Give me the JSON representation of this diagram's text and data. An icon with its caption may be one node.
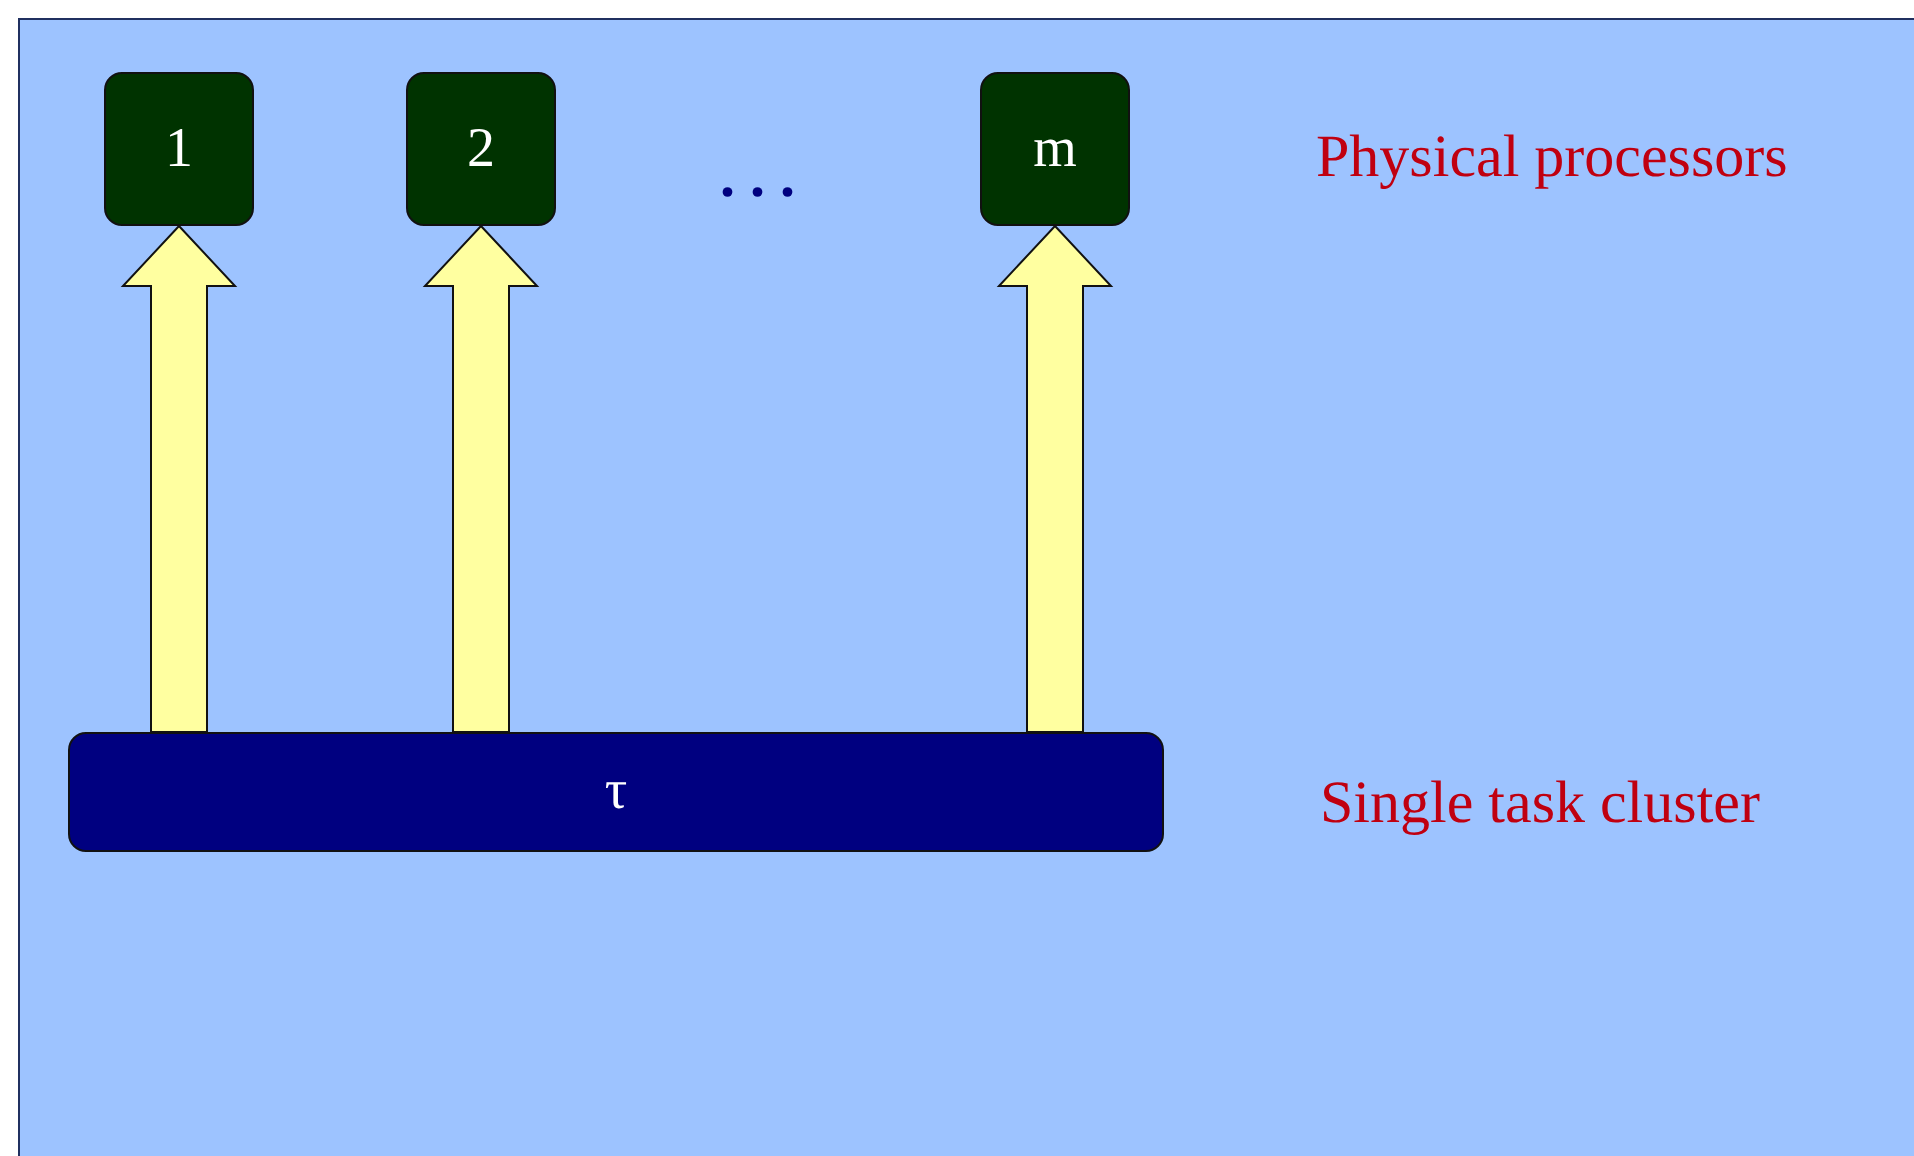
{
  "diagram": {
    "nodes": [
      {
        "text": [
          "1"
        ]
      },
      {
        "text": [
          "2"
        ]
      },
      {
        "text": [
          "m"
        ]
      },
      {
        "text": [
          "τ"
        ]
      }
    ],
    "edges": [
      {
        "from": 3,
        "to": 0,
        "arrow": "to"
      },
      {
        "from": 3,
        "to": 1,
        "arrow": "to"
      },
      {
        "from": 3,
        "to": 2,
        "arrow": "to"
      }
    ],
    "labels": [
      ". . .",
      "Physical processors",
      "Single task cluster"
    ]
  }
}
